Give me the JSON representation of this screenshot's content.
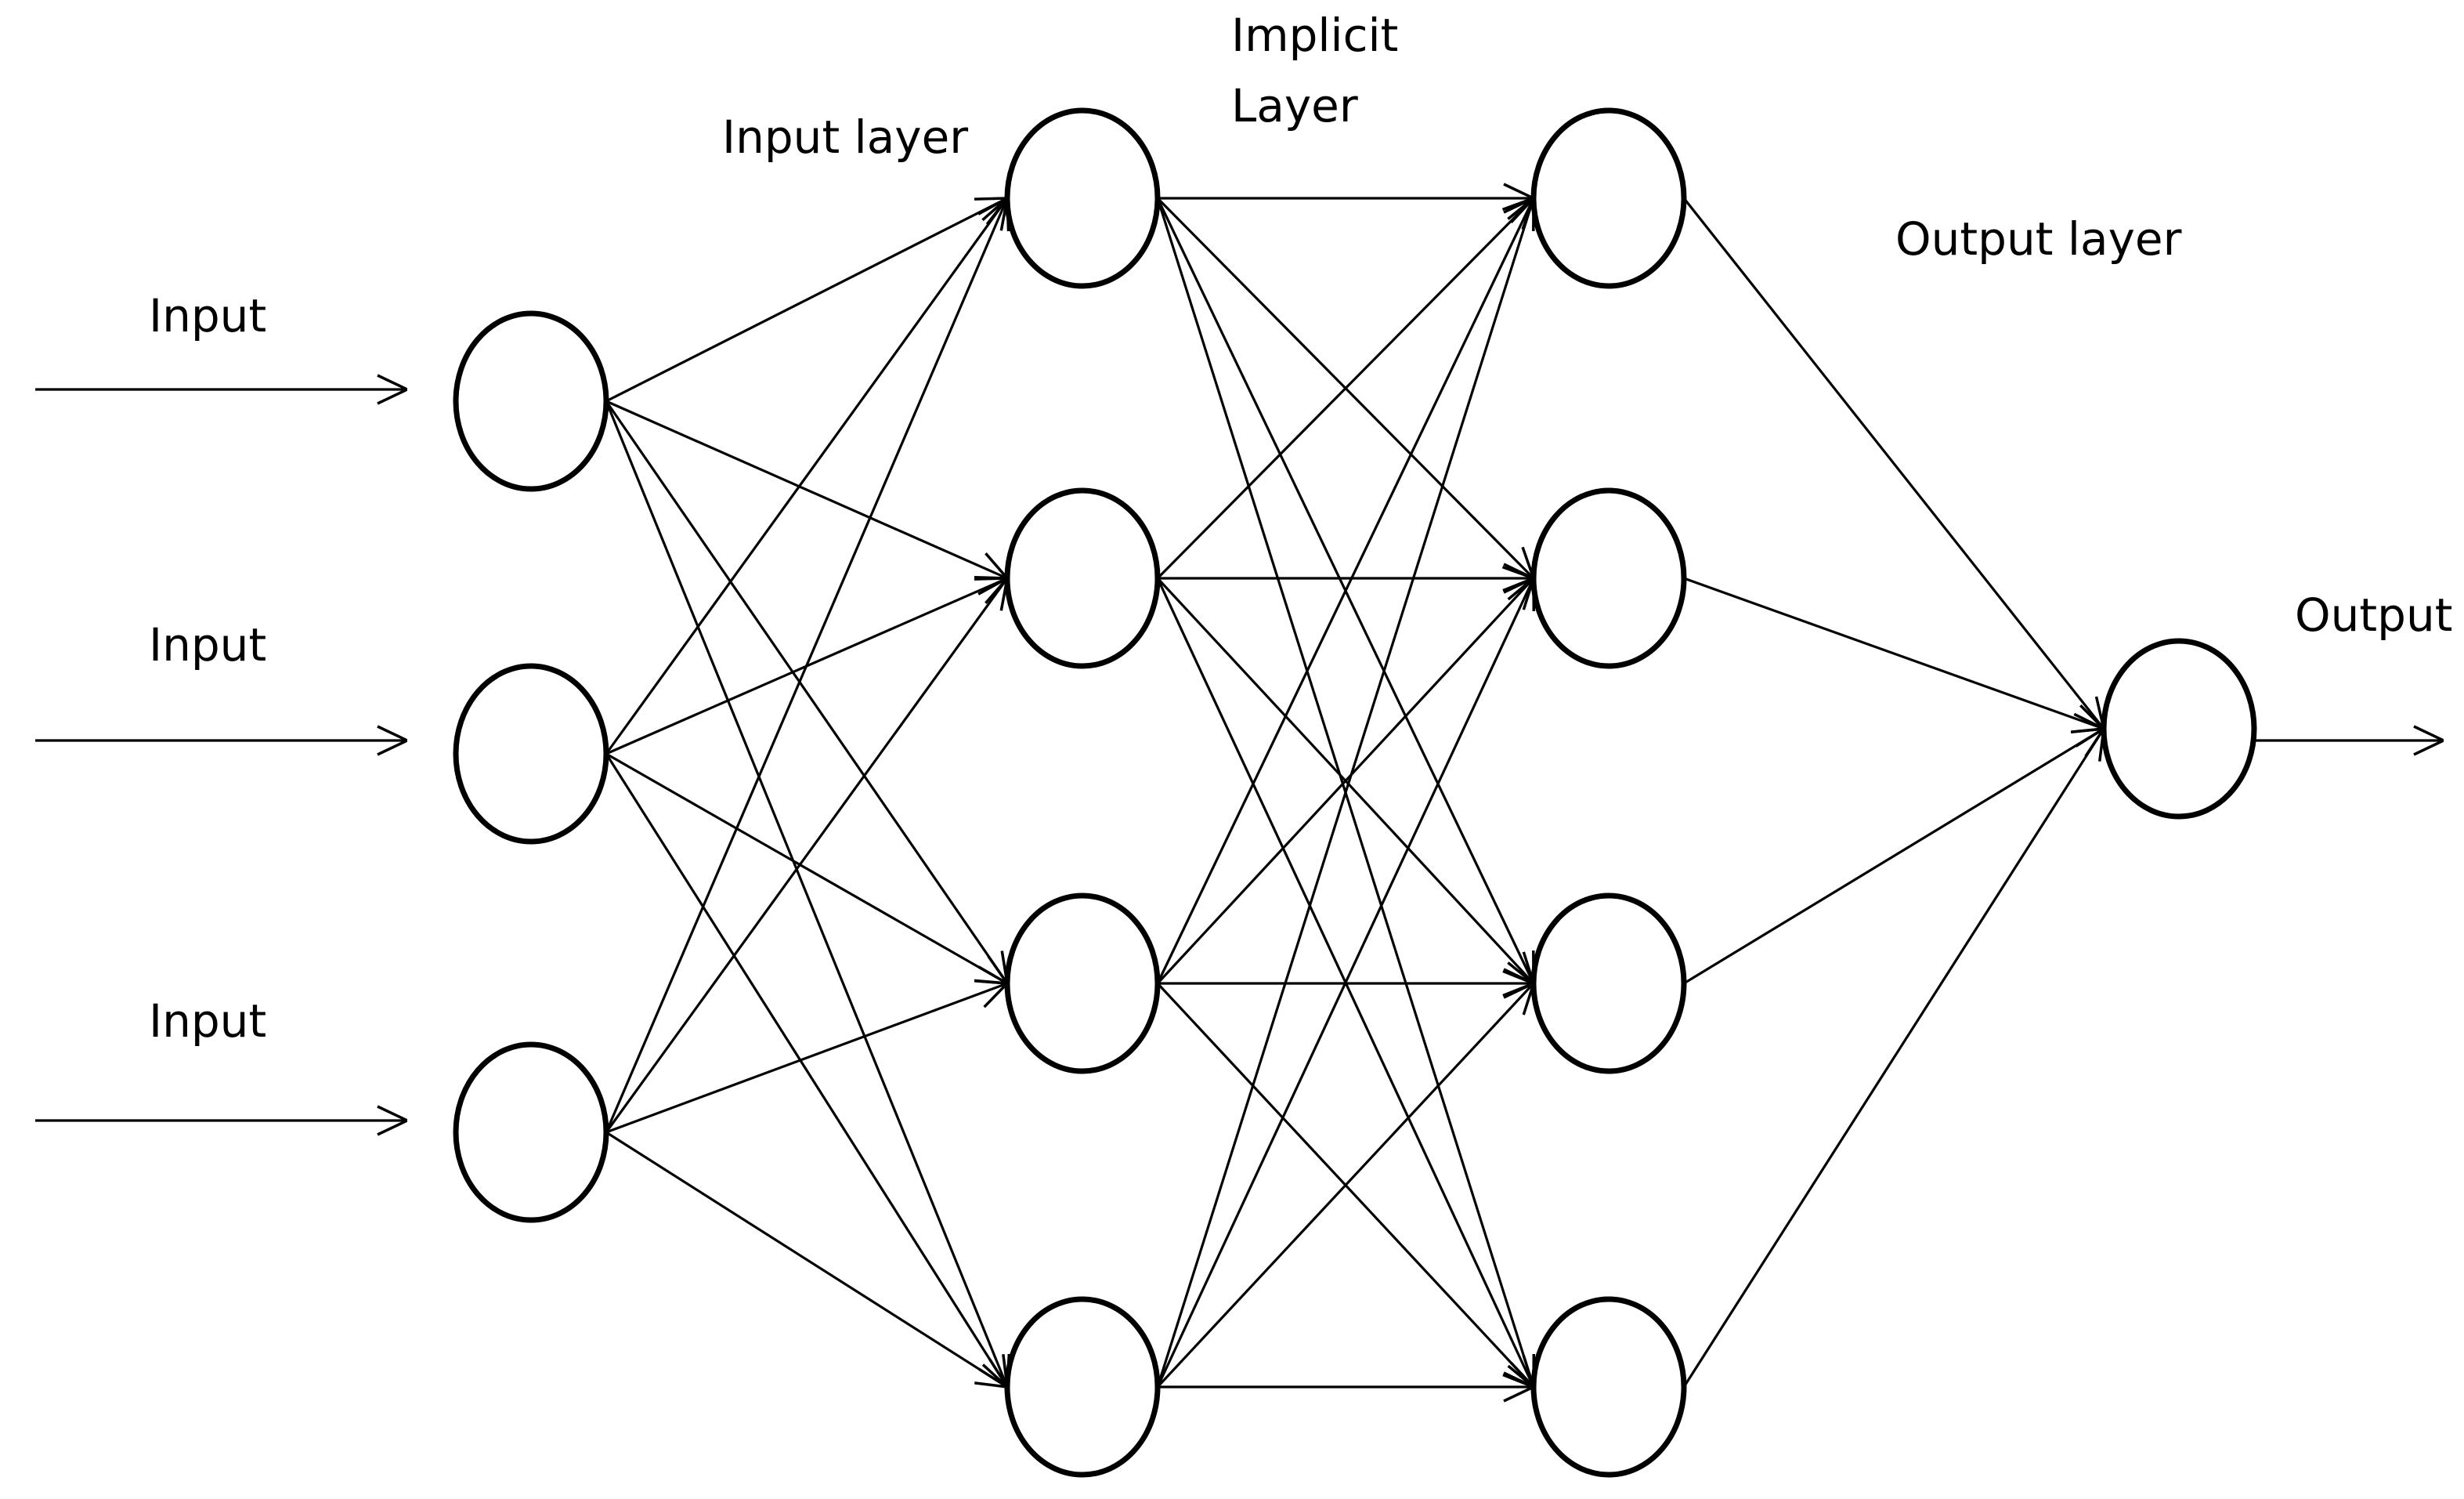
{
  "labels": {
    "input_1": "Input",
    "input_2": "Input",
    "input_3": "Input",
    "input_layer": "Input layer",
    "implicit_line1": "Implicit",
    "implicit_line2": "Layer",
    "output_layer": "Output layer",
    "output": "Output"
  },
  "network": {
    "layer_sizes": [
      3,
      4,
      4,
      1
    ],
    "external_inputs": 3,
    "external_outputs": 1,
    "fully_connected": true
  }
}
